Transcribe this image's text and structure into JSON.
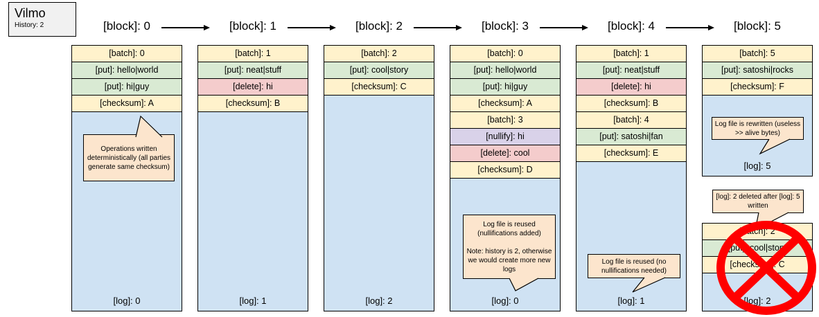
{
  "app_box": {
    "title": "Vilmo",
    "subtitle": "History: 2"
  },
  "colors": {
    "batch_row": "#FFF2CC",
    "put_row": "#D9EAD3",
    "delete_row": "#F4CCCC",
    "nullify_row": "#D9D2E9",
    "log_area": "#CFE2F3",
    "callout": "#FCE5CD",
    "prohibition": "#FF0000",
    "app_box_bg": "#F1F1F1"
  },
  "blocks": [
    {
      "label": "[block]: 0",
      "rows": [
        {
          "type": "batch",
          "text": "[batch]: 0"
        },
        {
          "type": "put",
          "text": "[put]: hello|world"
        },
        {
          "type": "put",
          "text": "[put]: hi|guy"
        },
        {
          "type": "checksum",
          "text": "[checksum]: A"
        }
      ],
      "log": "[log]: 0",
      "callout": {
        "text": "Operations written deterministically (all parties generate same checksum)"
      }
    },
    {
      "label": "[block]: 1",
      "rows": [
        {
          "type": "batch",
          "text": "[batch]: 1"
        },
        {
          "type": "put",
          "text": "[put]: neat|stuff"
        },
        {
          "type": "delete",
          "text": "[delete]: hi"
        },
        {
          "type": "checksum",
          "text": "[checksum]: B"
        }
      ],
      "log": "[log]: 1"
    },
    {
      "label": "[block]: 2",
      "rows": [
        {
          "type": "batch",
          "text": "[batch]: 2"
        },
        {
          "type": "put",
          "text": "[put]: cool|story"
        },
        {
          "type": "checksum",
          "text": "[checksum]: C"
        }
      ],
      "log": "[log]: 2"
    },
    {
      "label": "[block]: 3",
      "rows": [
        {
          "type": "batch",
          "text": "[batch]: 0"
        },
        {
          "type": "put",
          "text": "[put]: hello|world"
        },
        {
          "type": "put",
          "text": "[put]: hi|guy"
        },
        {
          "type": "checksum",
          "text": "[checksum]: A"
        },
        {
          "type": "batch",
          "text": "[batch]: 3"
        },
        {
          "type": "nullify",
          "text": "[nullify]: hi"
        },
        {
          "type": "delete",
          "text": "[delete]: cool"
        },
        {
          "type": "checksum",
          "text": "[checksum]: D"
        }
      ],
      "log": "[log]: 0",
      "callout": {
        "line1": "Log file is reused (nullifications added)",
        "line2": "Note: history is 2, otherwise we would create more new logs"
      }
    },
    {
      "label": "[block]: 4",
      "rows": [
        {
          "type": "batch",
          "text": "[batch]: 1"
        },
        {
          "type": "put",
          "text": "[put]: neat|stuff"
        },
        {
          "type": "delete",
          "text": "[delete]: hi"
        },
        {
          "type": "checksum",
          "text": "[checksum]: B"
        },
        {
          "type": "batch",
          "text": "[batch]: 4"
        },
        {
          "type": "put",
          "text": "[put]: satoshi|fan"
        },
        {
          "type": "checksum",
          "text": "[checksum]: E"
        }
      ],
      "log": "[log]: 1",
      "callout": {
        "text": "Log file is reused (no nullifications needed)"
      }
    },
    {
      "label": "[block]: 5",
      "current": {
        "rows": [
          {
            "type": "batch",
            "text": "[batch]: 5"
          },
          {
            "type": "put",
            "text": "[put]: satoshi|rocks"
          },
          {
            "type": "checksum",
            "text": "[checksum]: F"
          }
        ],
        "log": "[log]: 5",
        "callout": {
          "text": "Log file is rewritten (useless >> alive bytes)"
        }
      },
      "deleted_note": "[log]: 2 deleted after [log]: 5 written",
      "deleted": {
        "rows": [
          {
            "type": "batch",
            "text": "[batch]: 2"
          },
          {
            "type": "put",
            "text": "[put]: cool|story"
          },
          {
            "type": "checksum",
            "text": "[checksum]: C"
          }
        ],
        "log": "[log]: 2"
      }
    }
  ]
}
